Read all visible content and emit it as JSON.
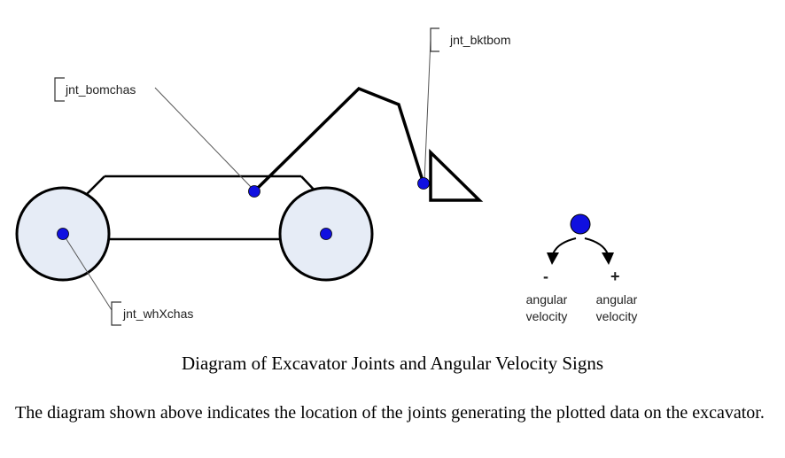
{
  "diagram": {
    "joints": {
      "boom_chassis": "jnt_bomchas",
      "bucket_boom": "jnt_bktbom",
      "wheel_chassis": "jnt_whXchas"
    },
    "legend": {
      "negative_sign": "-",
      "positive_sign": "+",
      "negative_line1": "angular",
      "negative_line2": "velocity",
      "positive_line1": "angular",
      "positive_line2": "velocity"
    },
    "colors": {
      "joint": "#1010e0",
      "wheel_fill": "#e6ecf6",
      "line": "#000000",
      "leader": "#555555"
    }
  },
  "caption": "Diagram of Excavator Joints and Angular Velocity Signs",
  "description": "The diagram shown above indicates the location of the joints generating the plotted data on the excavator."
}
